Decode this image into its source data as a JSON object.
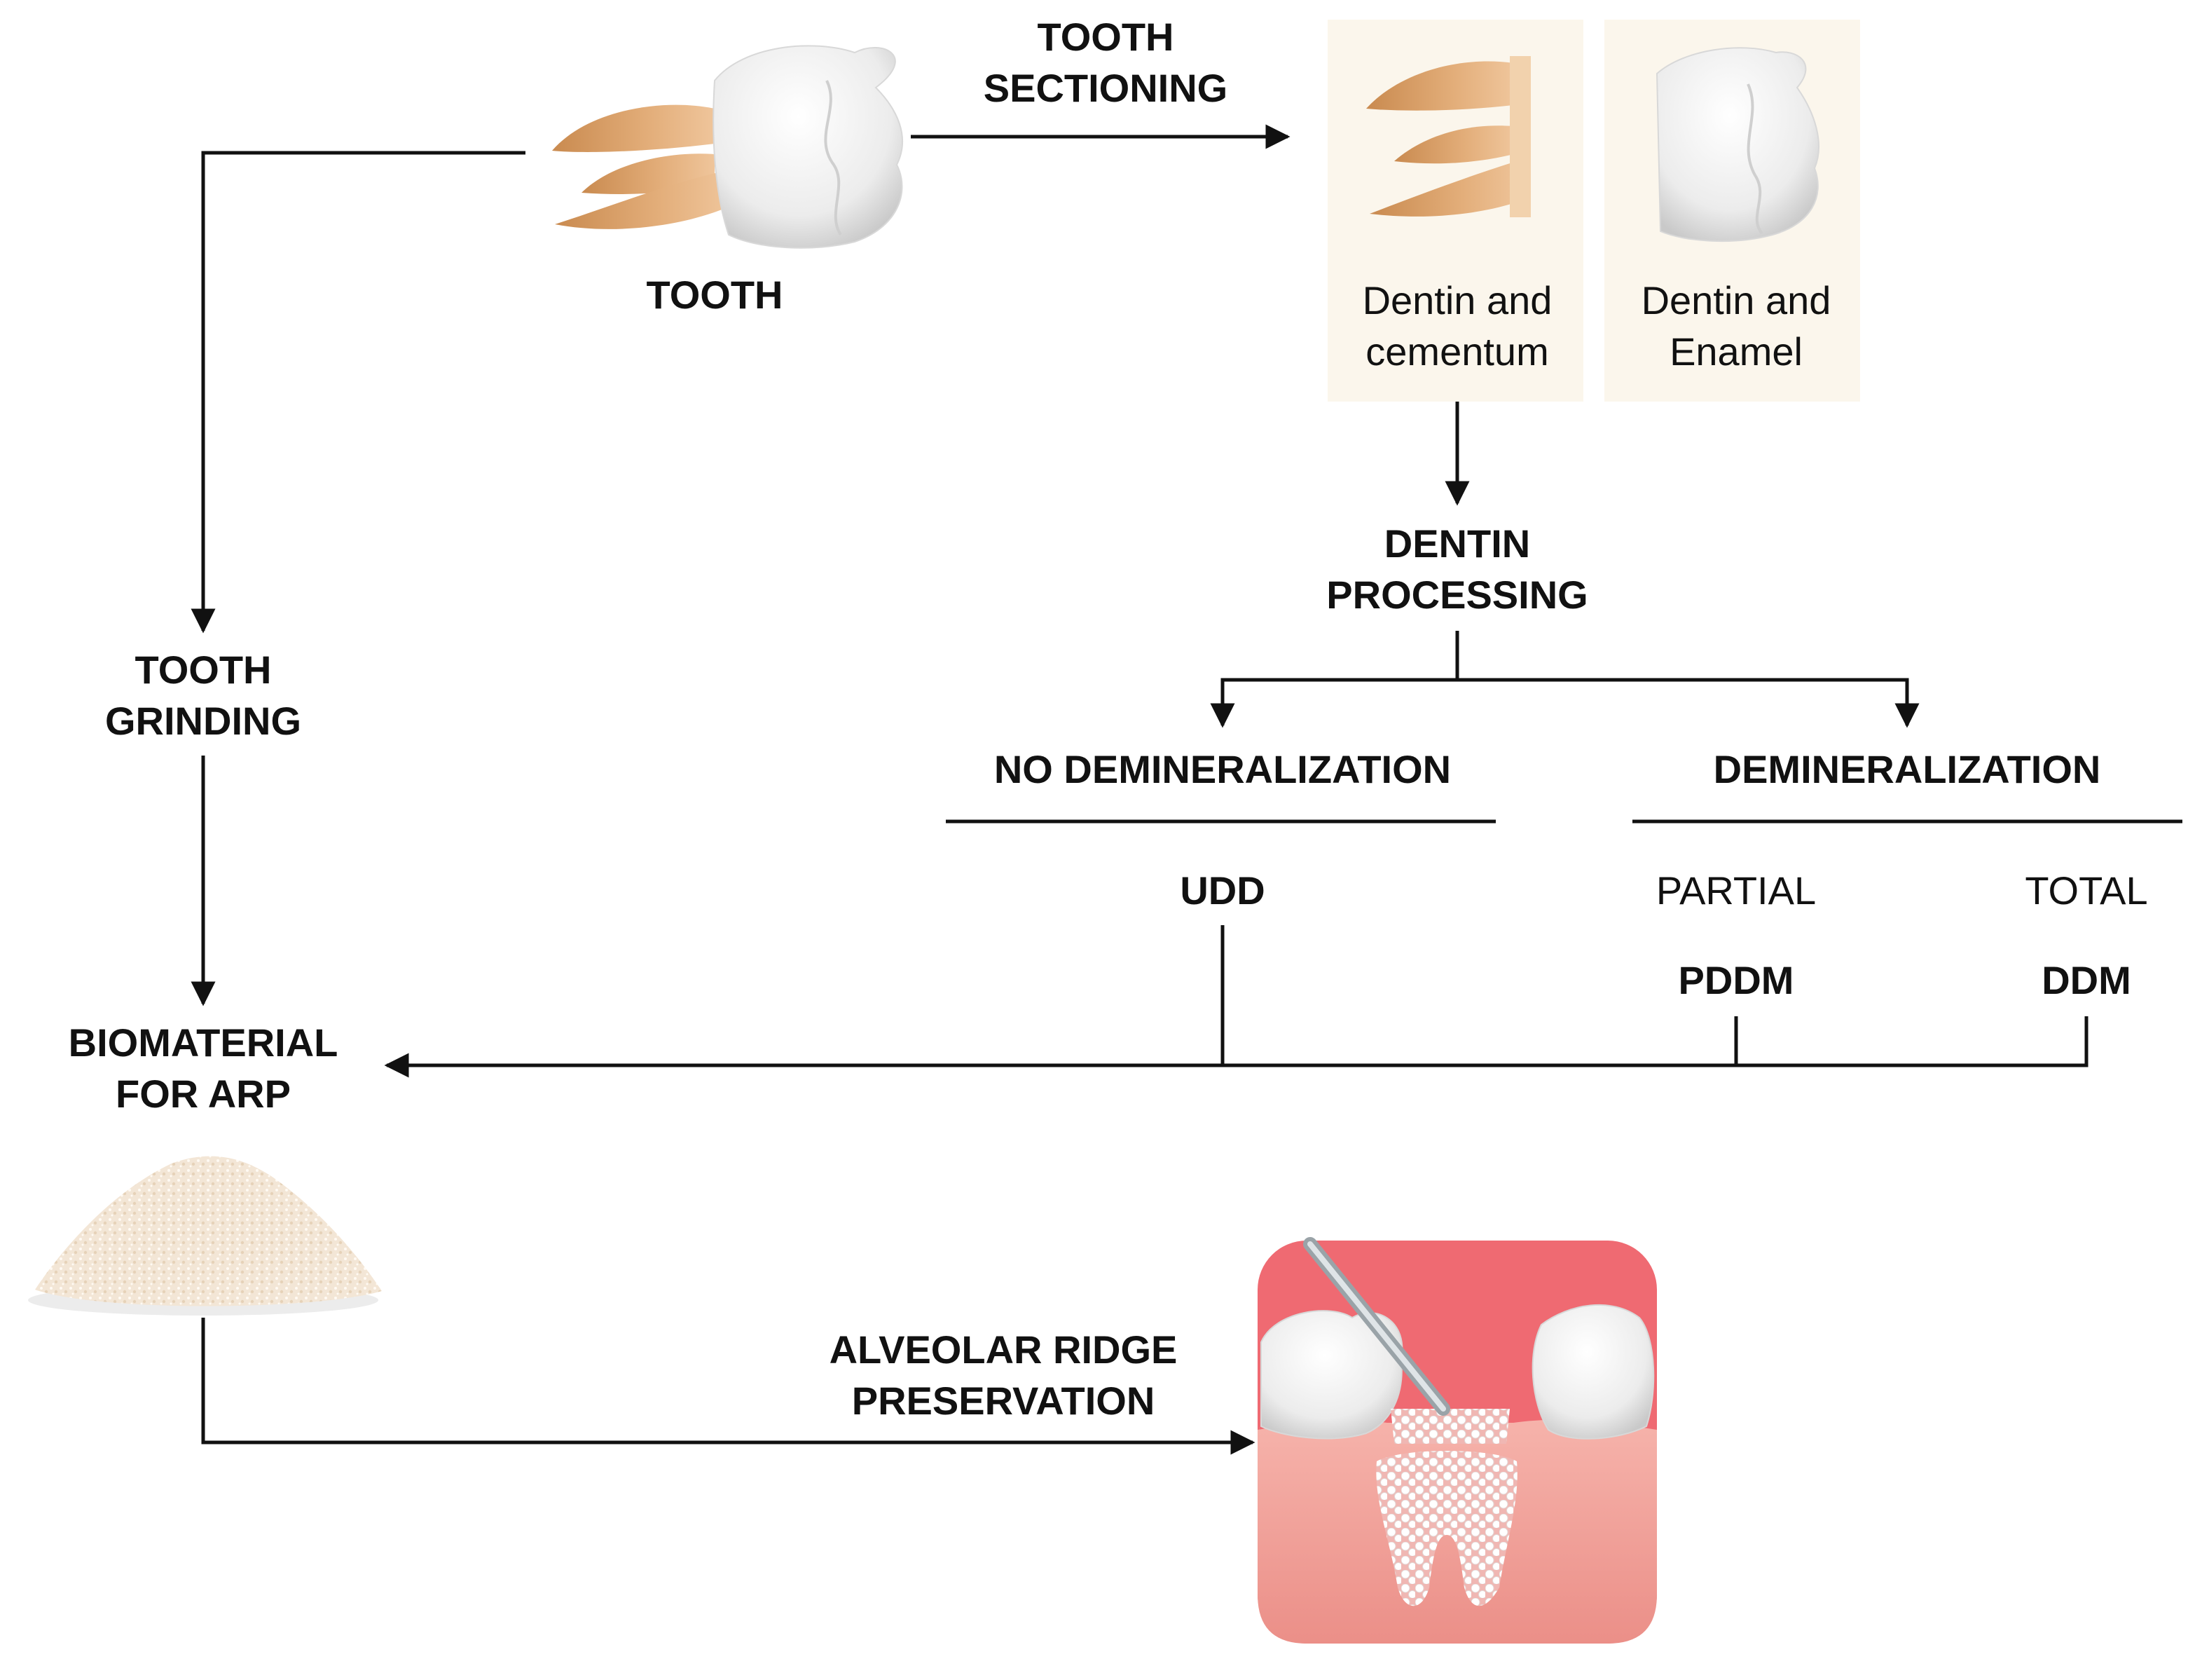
{
  "nodes": {
    "tooth": {
      "label": "TOOTH"
    },
    "tooth_sectioning": {
      "line1": "TOOTH",
      "line2": "SECTIONING"
    },
    "dentin_cementum": {
      "line1": "Dentin and",
      "line2": "cementum"
    },
    "dentin_enamel": {
      "line1": "Dentin and",
      "line2": "Enamel"
    },
    "dentin_processing": {
      "line1": "DENTIN",
      "line2": "PROCESSING"
    },
    "no_demineralization": {
      "label": "NO DEMINERALIZATION",
      "product": "UDD"
    },
    "demineralization": {
      "label": "DEMINERALIZATION",
      "partial": {
        "label": "PARTIAL",
        "product": "PDDM"
      },
      "total": {
        "label": "TOTAL",
        "product": "DDM"
      }
    },
    "tooth_grinding": {
      "line1": "TOOTH",
      "line2": "GRINDING"
    },
    "biomaterial": {
      "line1": "BIOMATERIAL",
      "line2": "FOR ARP"
    },
    "arp": {
      "line1": "ALVEOLAR RIDGE",
      "line2": "PRESERVATION"
    }
  },
  "colors": {
    "root": "#e0a872",
    "enamel": "#ececec",
    "panel_bg": "#fbf6ec",
    "gum": "#f2a9a1",
    "gum_bg": "#ef6a72",
    "particles": "#ffffff",
    "line": "#111111"
  },
  "icons": [
    "molar-tooth-icon",
    "dentin-cementum-section-icon",
    "dentin-enamel-section-icon",
    "bone-graft-powder-icon",
    "alveolar-ridge-graft-icon"
  ]
}
